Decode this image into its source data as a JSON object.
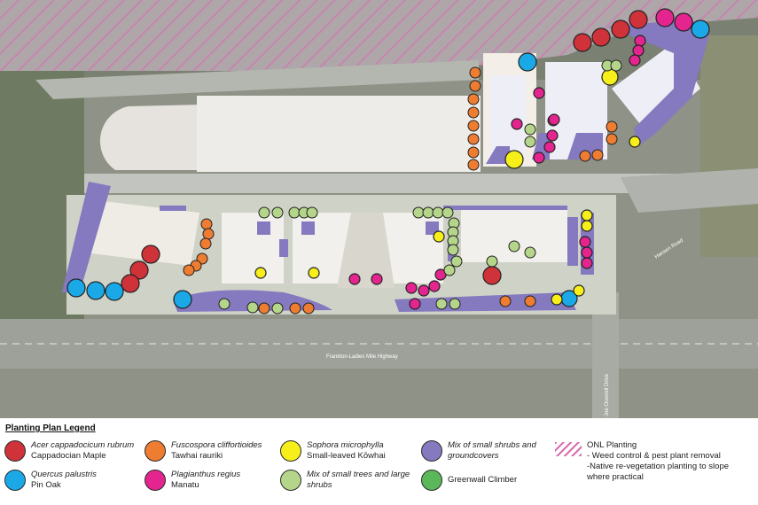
{
  "map": {
    "road_labels": {
      "highway": "Frankton-Ladies Mile Highway",
      "hansen": "Hansen Road",
      "joe": "Joe Ocorrell Drive"
    }
  },
  "legend": {
    "title": "Planting Plan Legend",
    "items": [
      {
        "id": "acer",
        "color": "#d0323a",
        "line1": "Acer cappadocicum rubrum",
        "line2": "Cappadocian Maple",
        "italic": true
      },
      {
        "id": "quercus",
        "color": "#1aa9e6",
        "line1": "Quercus palustris",
        "line2": "Pin Oak",
        "italic": true
      },
      {
        "id": "fuscospora",
        "color": "#ee7d32",
        "line1": "Fuscospora cliffortioides",
        "line2": "Tawhai rauriki",
        "italic": true
      },
      {
        "id": "plagianthus",
        "color": "#e4258f",
        "line1": "Plagianthus regius",
        "line2": "Manatu",
        "italic": true
      },
      {
        "id": "sophora",
        "color": "#f6ef1a",
        "line1": "Sophora microphylla",
        "line2": "Small-leaved Kōwhai",
        "italic": true
      },
      {
        "id": "small-trees",
        "color": "#b5d68a",
        "line1": "Mix of small trees and large",
        "line2": "shrubs",
        "italic": true
      },
      {
        "id": "shrubs",
        "color": "#8579bf",
        "line1": "Mix of small shrubs and",
        "line2": "groundcovers",
        "italic": true
      },
      {
        "id": "greenwall",
        "color": "#5ab75a",
        "line1": "Greenwall Climber",
        "line2": "",
        "italic": false
      },
      {
        "id": "onl",
        "color": "#d86fb0",
        "line1": "ONL Planting",
        "line2": "- Weed control & pest plant removal",
        "line3": "-Native re-vegetation planting to slope where practical",
        "italic": false
      }
    ]
  }
}
